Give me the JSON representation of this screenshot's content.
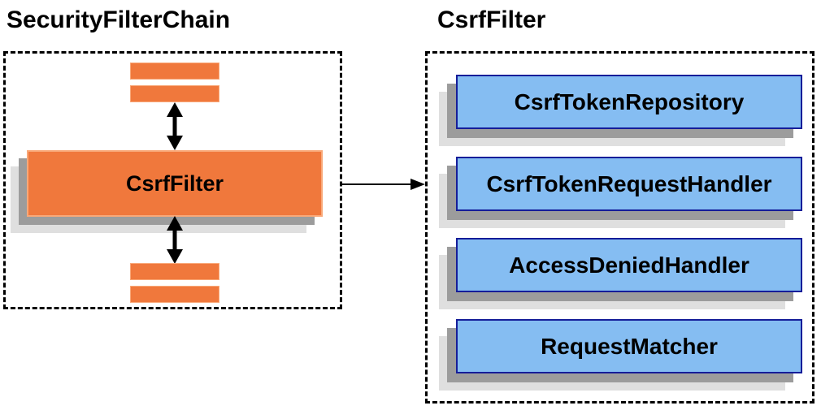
{
  "left_panel": {
    "title": "SecurityFilterChain",
    "filter_box_label": "CsrfFilter"
  },
  "right_panel": {
    "title": "CsrfFilter",
    "components": [
      "CsrfTokenRepository",
      "CsrfTokenRequestHandler",
      "AccessDeniedHandler",
      "RequestMatcher"
    ]
  },
  "colors": {
    "orange": "#F0783C",
    "orange_border": "#F9A878",
    "blue_fill": "#85BDF2",
    "blue_border": "#151D99",
    "shadow_dark": "#9C9C9C",
    "shadow_light": "#DFDFDF",
    "ink": "#000000",
    "bg": "#FFFFFF"
  }
}
